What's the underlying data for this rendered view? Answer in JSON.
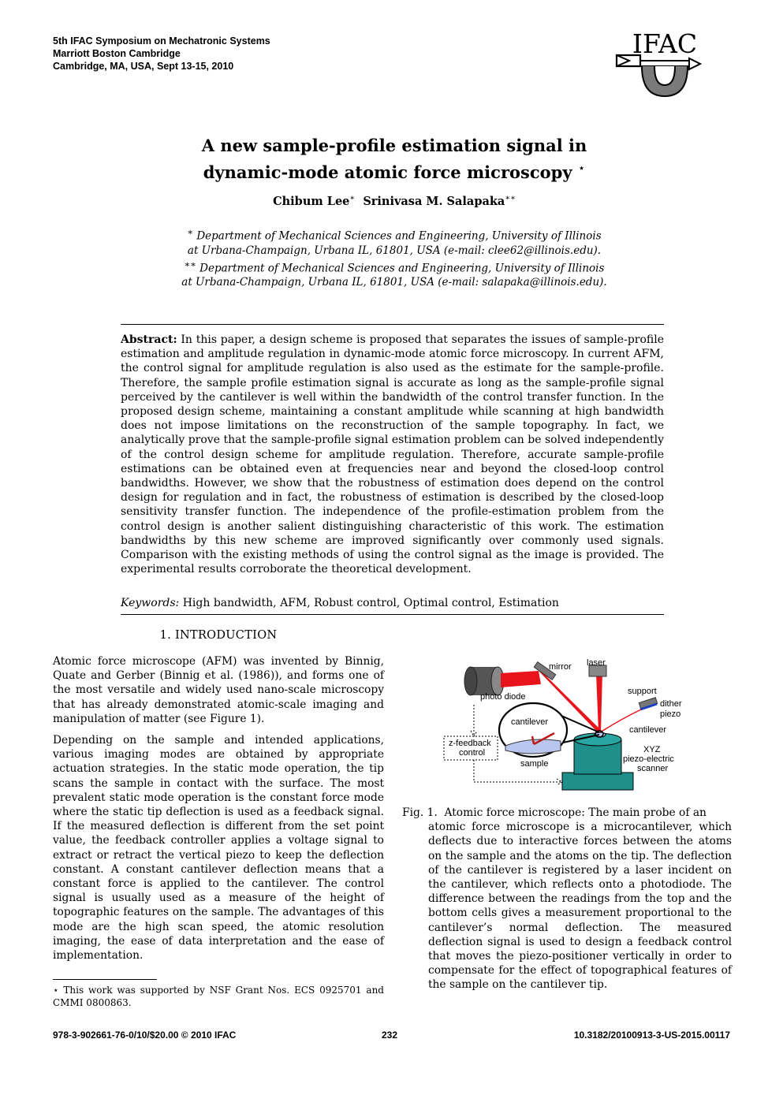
{
  "header": {
    "line1": "5th IFAC Symposium on Mechatronic Systems",
    "line2": "Marriott Boston Cambridge",
    "line3": "Cambridge, MA, USA, Sept 13-15, 2010",
    "logo_text": "IFAC"
  },
  "title": {
    "line1": "A new sample-profile estimation signal in",
    "line2": "dynamic-mode atomic force microscopy",
    "mark": "⋆"
  },
  "authors": {
    "a1": "Chibum Lee",
    "a1_mark": "∗",
    "a2": "Srinivasa M. Salapaka",
    "a2_mark": "∗∗"
  },
  "affiliations": {
    "aff1_mark": "∗",
    "aff1": "Department of Mechanical Sciences and Engineering, University of Illinois at Urbana-Champaign, Urbana IL, 61801, USA (e-mail: clee62@illinois.edu).",
    "aff2_mark": "∗∗",
    "aff2": "Department of Mechanical Sciences and Engineering, University of Illinois at Urbana-Champaign, Urbana IL, 61801, USA (e-mail: salapaka@illinois.edu)."
  },
  "abstract": {
    "label": "Abstract:",
    "text": "In this paper, a design scheme is proposed that separates the issues of sample-profile estimation and amplitude regulation in dynamic-mode atomic force microscopy. In current AFM, the control signal for amplitude regulation is also used as the estimate for the sample-profile. Therefore, the sample profile estimation signal is accurate as long as the sample-profile signal perceived by the cantilever is well within the bandwidth of the control transfer function. In the proposed design scheme, maintaining a constant amplitude while scanning at high bandwidth does not impose limitations on the reconstruction of the sample topography. In fact, we analytically prove that the sample-profile signal estimation problem can be solved independently of the control design scheme for amplitude regulation. Therefore, accurate sample-profile estimations can be obtained even at frequencies near and beyond the closed-loop control bandwidths. However, we show that the robustness of estimation does depend on the control design for regulation and in fact, the robustness of estimation is described by the closed-loop sensitivity transfer function. The independence of the profile-estimation problem from the control design is another salient distinguishing characteristic of this work. The estimation bandwidths by this new scheme are improved significantly over commonly used signals. Comparison with the existing methods of using the control signal as the image is provided. The experimental results corroborate the theoretical development."
  },
  "keywords": {
    "label": "Keywords:",
    "text": "High bandwidth, AFM, Robust control, Optimal control, Estimation"
  },
  "section": {
    "heading": "1.  INTRODUCTION",
    "p1": "Atomic force microscope (AFM) was invented by Binnig, Quate and Gerber (Binnig et al. (1986)), and forms one of the most versatile and widely used nano-scale microscopy that has already demonstrated atomic-scale imaging and manipulation of matter (see Figure 1).",
    "p2": "Depending on the sample and intended applications, various imaging modes are obtained by appropriate actuation strategies. In the static mode operation, the tip scans the sample in contact with the surface. The most prevalent static mode operation is the constant force mode where the static tip deflection is used as a feedback signal. If the measured deflection is different from the set point value, the feedback controller applies a voltage signal to extract or retract the vertical piezo to keep the deflection constant. A constant cantilever deflection means that a constant force is applied to the cantilever. The control signal is usually used as a measure of the height of topographic features on the sample. The advantages of this mode are the high scan speed, the atomic resolution imaging, the ease of data interpretation and the ease of implementation."
  },
  "footnote": {
    "mark": "⋆",
    "text": "This work was supported by NSF Grant Nos. ECS 0925701 and CMMI 0800863."
  },
  "figure": {
    "labels": {
      "mirror": "mirror",
      "laser": "laser",
      "photo_diode": "photo diode",
      "support": "support",
      "dither1": "dither",
      "dither2": "piezo",
      "cantilever_zoom": "cantilever",
      "cantilever": "cantilever",
      "zfb1": "z-feedback",
      "zfb2": "control",
      "sample": "sample",
      "xyz1": "XYZ",
      "xyz2": "piezo-electric",
      "xyz3": "scanner"
    },
    "colors": {
      "laser_beam": "#e8141b",
      "scanner": "#1f8f8c",
      "sample": "#b9c6ee"
    },
    "caption_label": "Fig. 1.",
    "caption_first": "Atomic force microscope: The main probe of an",
    "caption_rest": "atomic force microscope is a microcantilever, which deflects due to interactive forces between the atoms on the sample and the atoms on the tip. The deflection of the cantilever is registered by a laser incident on the cantilever, which reflects onto a photodiode. The difference between the readings from the top and the bottom cells gives a measurement proportional to the cantilever’s normal deflection. The measured deflection signal is used to design a feedback control that moves the piezo-positioner vertically in order to compensate for the effect of topographical features of the sample on the cantilever tip."
  },
  "footer": {
    "isbn": "978-3-902661-76-0/10/$20.00 © 2010 IFAC",
    "page": "232",
    "doi": "10.3182/20100913-3-US-2015.00117"
  }
}
